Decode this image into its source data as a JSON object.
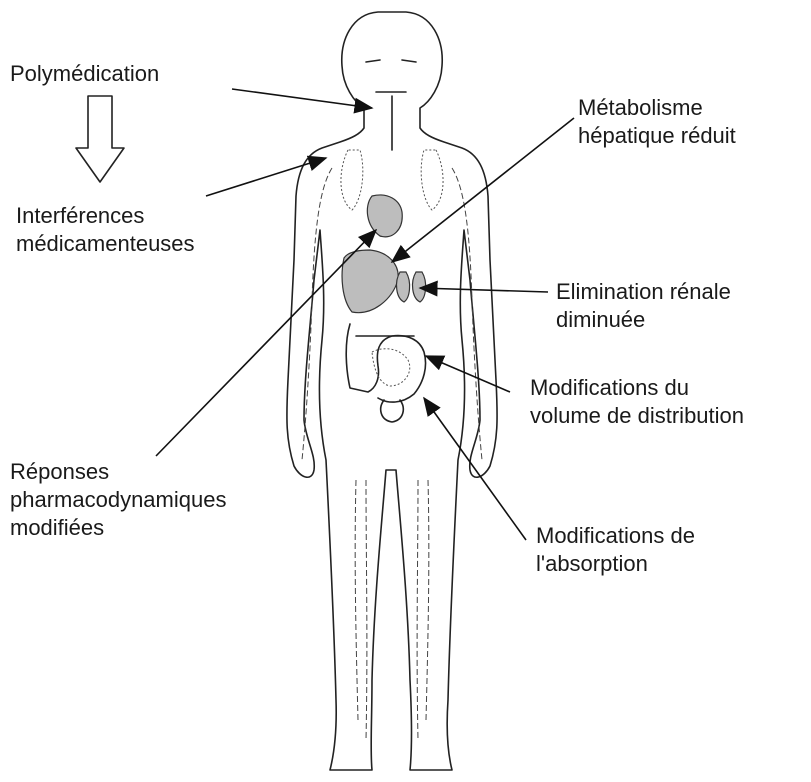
{
  "labels": {
    "polymedication": "Polymédication",
    "interferences_1": "Interférences",
    "interferences_2": "médicamenteuses",
    "metabolisme_1": "Métabolisme",
    "metabolisme_2": "hépatique réduit",
    "elimination_1": "Elimination rénale",
    "elimination_2": "diminuée",
    "volume_1": "Modifications du",
    "volume_2": "volume de distribution",
    "reponses_1": "Réponses",
    "reponses_2": "pharmacodynamiques",
    "reponses_3": "modifiées",
    "absorption_1": "Modifications de",
    "absorption_2": "l'absorption"
  },
  "icons": {
    "flow_arrow": "hollow-down-arrow-icon",
    "figure": "human-body-icon"
  },
  "colors": {
    "ink": "#1a1a1a",
    "organ_fill": "#bdbdbd",
    "background": "#ffffff"
  }
}
